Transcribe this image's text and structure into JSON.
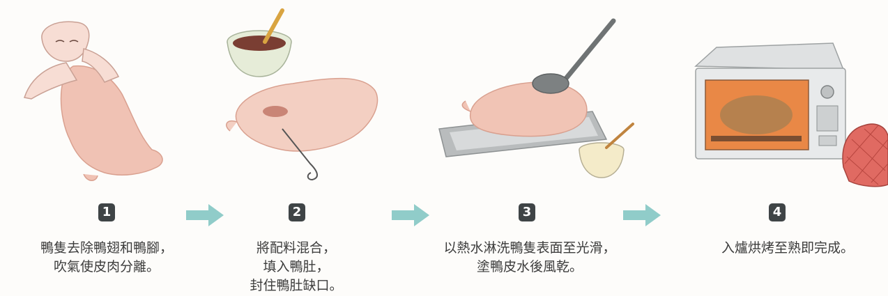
{
  "steps": [
    {
      "number": "1",
      "lines": [
        "鴨隻去除鴨翅和鴨腳，",
        "吹氣使皮肉分離。"
      ]
    },
    {
      "number": "2",
      "lines": [
        "將配料混合，",
        "填入鴨肚，",
        "封住鴨肚缺口。"
      ]
    },
    {
      "number": "3",
      "lines": [
        "以熱水淋洗鴨隻表面至光滑，",
        "塗鴨皮水後風乾。"
      ]
    },
    {
      "number": "4",
      "lines": [
        "入爐烘烤至熟即完成。"
      ]
    }
  ],
  "colors": {
    "badge": "#3f4446",
    "arrow": "#7cc3c0",
    "text": "#3c3c3c",
    "duck": "#f0c2b4",
    "oven_window": "#e98846",
    "mitt": "#e06a62"
  },
  "icons": [
    "duck-illustration",
    "seasoning-bowl-icon",
    "ladle-icon",
    "brush-icon",
    "oven-illustration",
    "oven-mitt-icon",
    "arrow-right-icon"
  ]
}
